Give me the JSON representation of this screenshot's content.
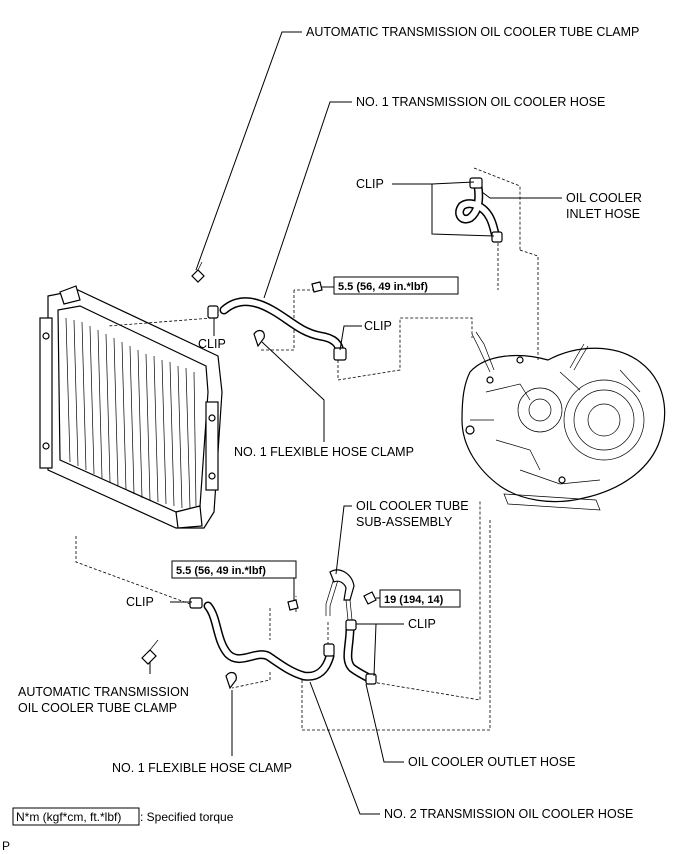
{
  "labels": {
    "atf_cooler_tube_clamp_top": "AUTOMATIC TRANSMISSION OIL COOLER TUBE CLAMP",
    "no1_trans_oil_cooler_hose": "NO. 1 TRANSMISSION OIL COOLER HOSE",
    "clip_top": "CLIP",
    "oil_cooler_inlet_hose_line1": "OIL COOLER",
    "oil_cooler_inlet_hose_line2": "INLET HOSE",
    "clip_mid_right": "CLIP",
    "clip_left_upper": "CLIP",
    "no1_flexible_hose_clamp_upper": "NO. 1 FLEXIBLE HOSE CLAMP",
    "oil_cooler_tube_sub_assy_line1": "OIL COOLER TUBE",
    "oil_cooler_tube_sub_assy_line2": "SUB-ASSEMBLY",
    "clip_left_lower": "CLIP",
    "clip_right_lower": "CLIP",
    "atf_cooler_tube_clamp_bottom_line1": "AUTOMATIC TRANSMISSION",
    "atf_cooler_tube_clamp_bottom_line2": "OIL COOLER TUBE CLAMP",
    "oil_cooler_outlet_hose": "OIL COOLER OUTLET HOSE",
    "no1_flexible_hose_clamp_lower": "NO. 1 FLEXIBLE HOSE CLAMP",
    "no2_trans_oil_cooler_hose": "NO. 2 TRANSMISSION OIL COOLER HOSE"
  },
  "torques": {
    "upper_bolt": "5.5 (56, 49 in.*lbf)",
    "lower_bolt": "5.5 (56, 49 in.*lbf)",
    "tube_bolt": "19 (194, 14)"
  },
  "legend": {
    "unit_box": "N*m (kgf*cm, ft.*lbf)",
    "description": ": Specified torque"
  },
  "corner_mark": "P"
}
